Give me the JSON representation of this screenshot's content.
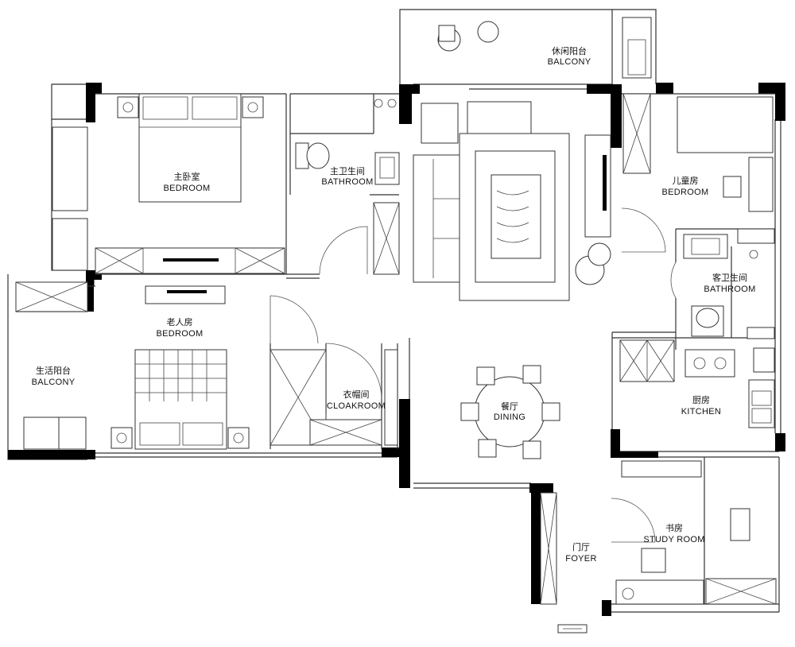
{
  "rooms": {
    "balcony_top": {
      "cn": "休闲阳台",
      "en": "BALCONY"
    },
    "master_bedroom": {
      "cn": "主卧室",
      "en": "BEDROOM"
    },
    "master_bathroom": {
      "cn": "主卫生间",
      "en": "BATHROOM"
    },
    "kids_bedroom": {
      "cn": "儿童房",
      "en": "BEDROOM"
    },
    "guest_bathroom": {
      "cn": "客卫生间",
      "en": "BATHROOM"
    },
    "elder_bedroom": {
      "cn": "老人房",
      "en": "BEDROOM"
    },
    "utility_balcony": {
      "cn": "生活阳台",
      "en": "BALCONY"
    },
    "cloakroom": {
      "cn": "衣帽间",
      "en": "CLOAKROOM"
    },
    "dining": {
      "cn": "餐厅",
      "en": "DINING"
    },
    "kitchen": {
      "cn": "厨房",
      "en": "KITCHEN"
    },
    "study": {
      "cn": "书房",
      "en": "STUDY ROOM"
    },
    "foyer": {
      "cn": "门厅",
      "en": "FOYER"
    }
  },
  "colors": {
    "wall": "#000000",
    "line": "#333333",
    "background": "#ffffff"
  }
}
